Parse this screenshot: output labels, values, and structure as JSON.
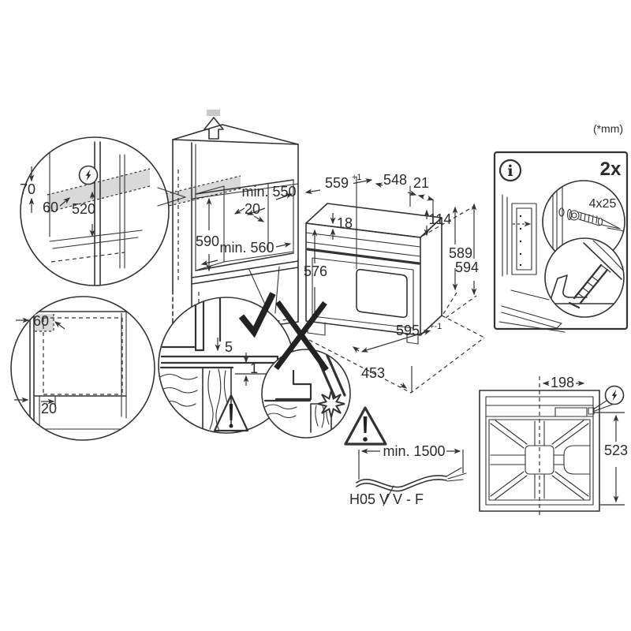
{
  "units_note": "(*mm)",
  "colors": {
    "line": "#333333",
    "shade": "#d9d9d9",
    "background": "#ffffff"
  },
  "detail_electrical": {
    "dim_70": "70",
    "dim_60": "60",
    "dim_520": "520"
  },
  "cabinet": {
    "dim_depth": "min. 550",
    "dim_back_gap": "20",
    "dim_height": "590",
    "dim_width": "min. 560"
  },
  "oven": {
    "dim_width": "559",
    "dim_width_tol": "+1",
    "dim_depth_body": "548",
    "dim_door": "21",
    "dim_top_inset": "18",
    "dim_panel": "114",
    "dim_height_rear": "589",
    "dim_height_front": "594",
    "dim_height_side": "576",
    "dim_front_width": "595",
    "dim_front_width_tol": "+-1",
    "dim_depth_open": "453"
  },
  "detail_front": {
    "dim_strip": "60",
    "dim_plinth": "20"
  },
  "detail_gap": {
    "dim_overhang": "5",
    "dim_clearance": "1"
  },
  "fixing": {
    "info_glyph": "i",
    "quantity": "2x",
    "screw": "4x25"
  },
  "cable": {
    "length": "min. 1500",
    "type": "H05 V V - F"
  },
  "rear": {
    "dim_terminal_offset": "198",
    "dim_height": "523"
  },
  "icons": {
    "power": "lightning-bolt",
    "info": "letter-i-circle",
    "warning": "exclamation-triangle",
    "correct": "checkmark",
    "wrong": "cross",
    "unload": "up-arrow",
    "damage": "starburst"
  }
}
